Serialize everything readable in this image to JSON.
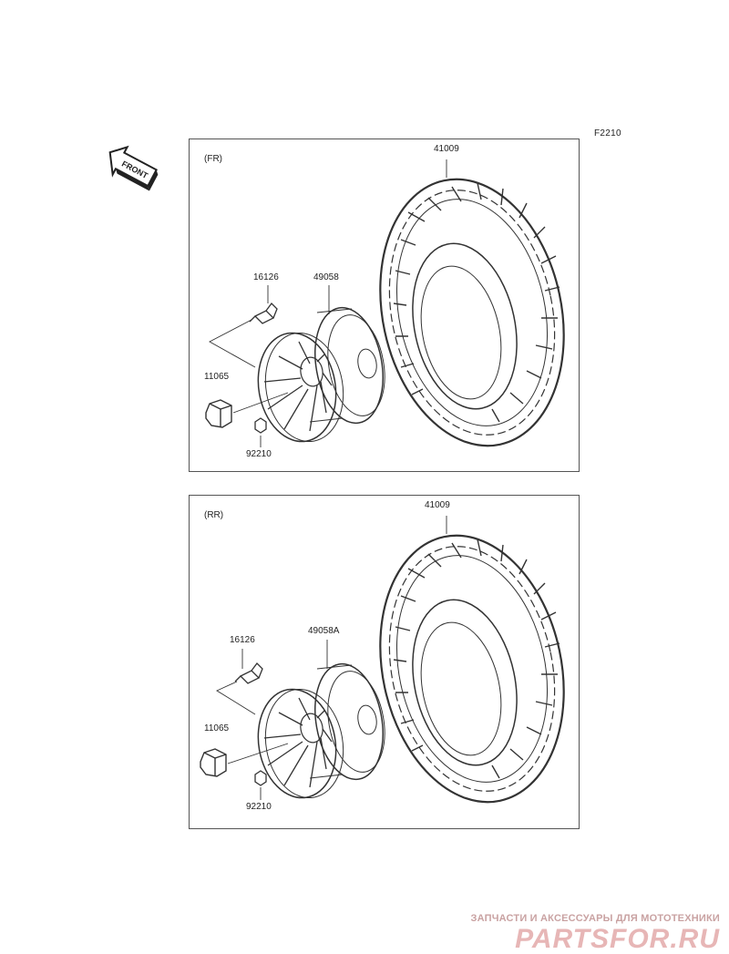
{
  "figure_code": "F2210",
  "direction_label": "FRONT",
  "panels": [
    {
      "tag": "(FR)",
      "parts": {
        "tire": "41009",
        "valve": "16126",
        "rim": "49058",
        "cap": "11065",
        "nut": "92210"
      }
    },
    {
      "tag": "(RR)",
      "parts": {
        "tire": "41009",
        "valve": "16126",
        "rim": "49058A",
        "cap": "11065",
        "nut": "92210"
      }
    }
  ],
  "watermark": {
    "line1": "ЗАПЧАСТИ И АКСЕССУАРЫ ДЛЯ МОТОТЕХНИКИ",
    "line2": "PARTSFOR.RU"
  }
}
